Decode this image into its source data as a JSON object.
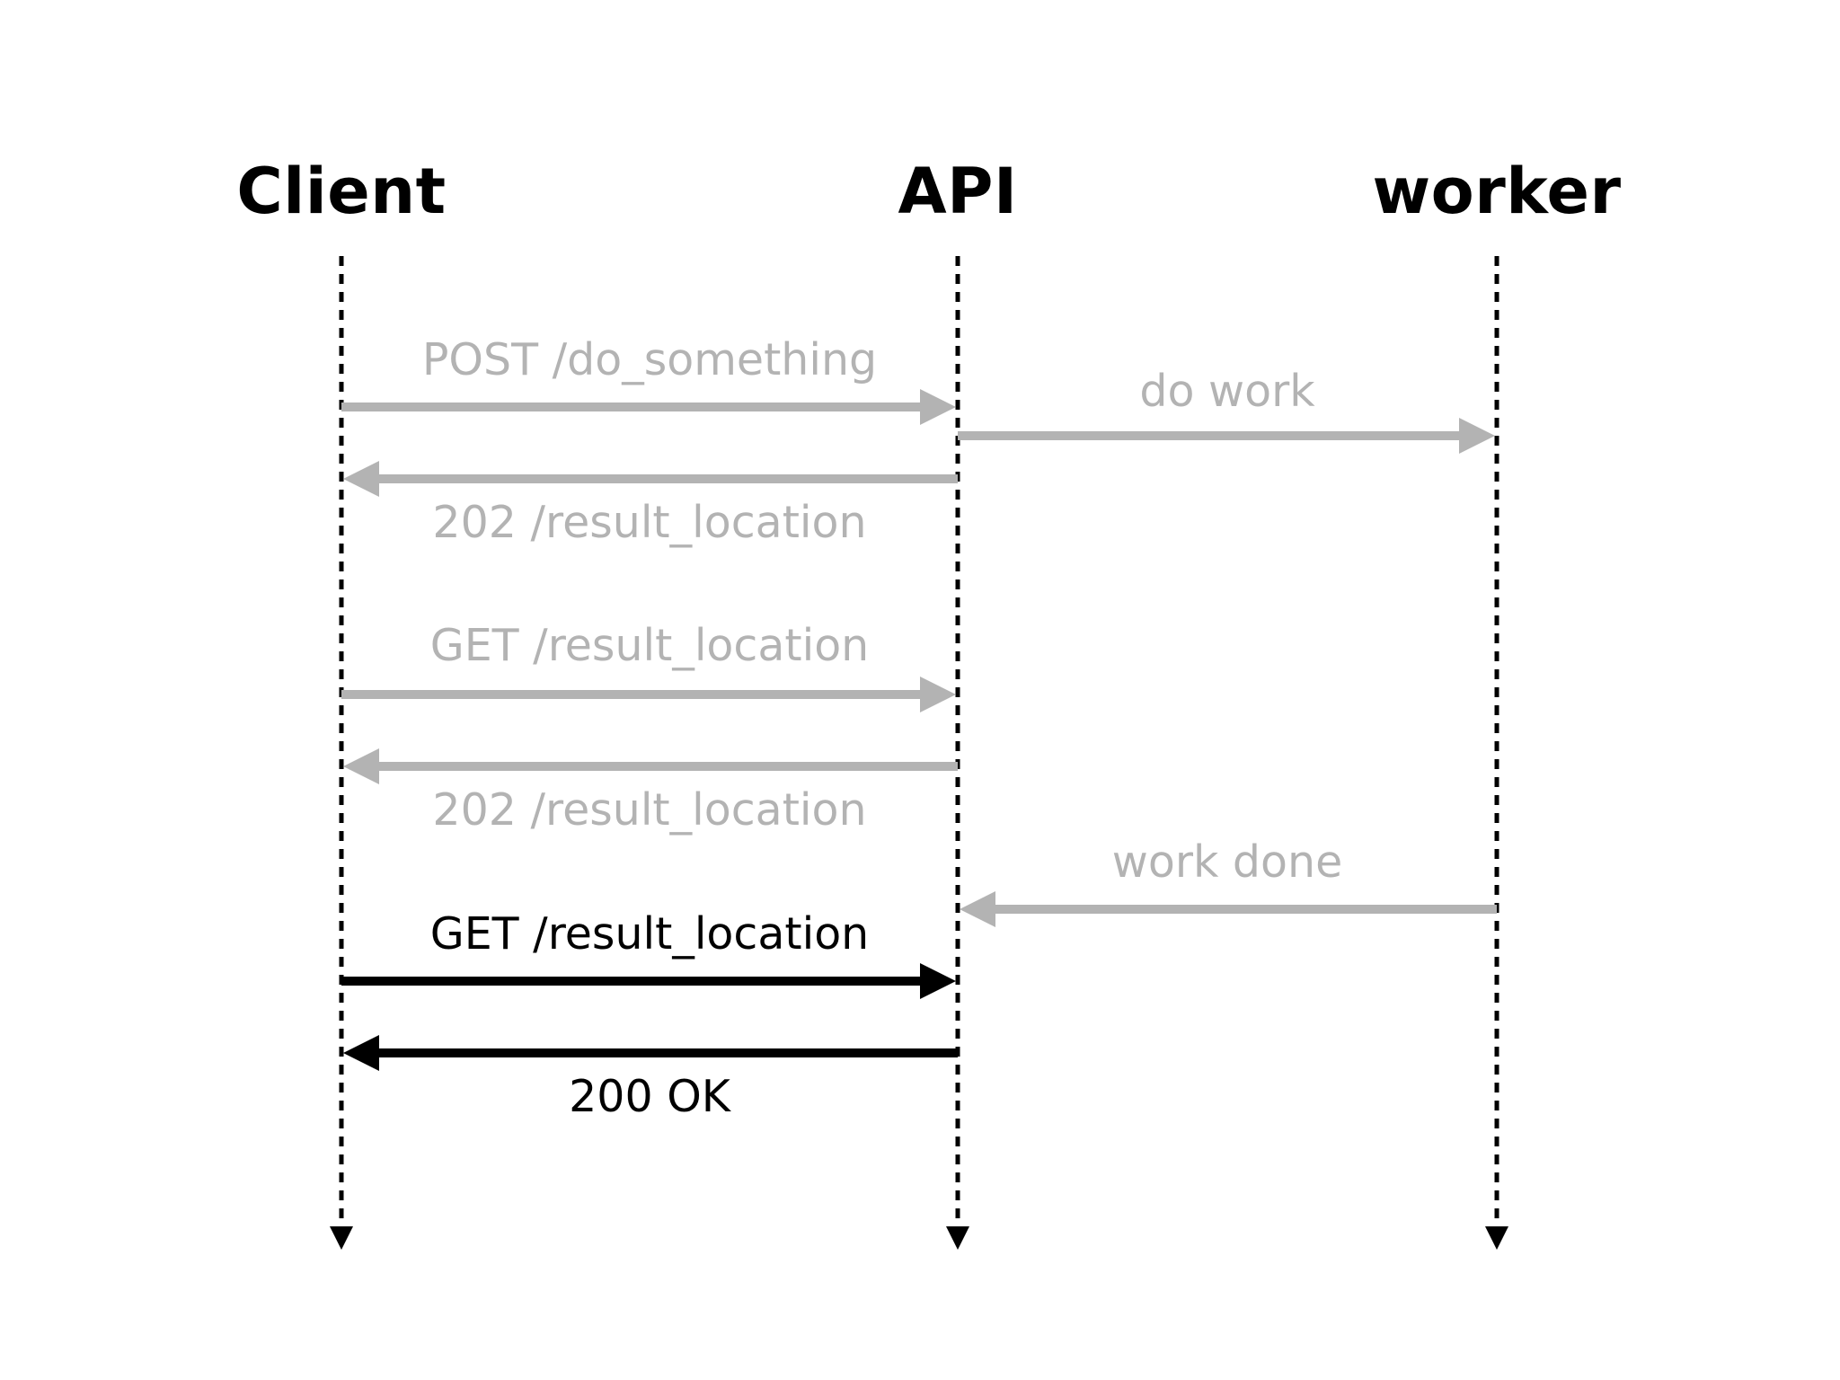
{
  "colors": {
    "background": "#ffffff",
    "active": "#000000",
    "inactive": "#b3b3b3"
  },
  "actors": [
    {
      "id": "client",
      "name": "Client"
    },
    {
      "id": "api",
      "name": "API"
    },
    {
      "id": "worker",
      "name": "worker"
    }
  ],
  "messages": [
    {
      "from": "client",
      "to": "api",
      "label": "POST /do_something",
      "state": "inactive"
    },
    {
      "from": "api",
      "to": "worker",
      "label": "do work",
      "state": "inactive"
    },
    {
      "from": "api",
      "to": "client",
      "label": "202 /result_location",
      "state": "inactive"
    },
    {
      "from": "client",
      "to": "api",
      "label": "GET /result_location",
      "state": "inactive"
    },
    {
      "from": "api",
      "to": "client",
      "label": "202 /result_location",
      "state": "inactive"
    },
    {
      "from": "worker",
      "to": "api",
      "label": "work done",
      "state": "inactive"
    },
    {
      "from": "client",
      "to": "api",
      "label": "GET /result_location",
      "state": "active"
    },
    {
      "from": "api",
      "to": "client",
      "label": "200 OK",
      "state": "active"
    }
  ]
}
